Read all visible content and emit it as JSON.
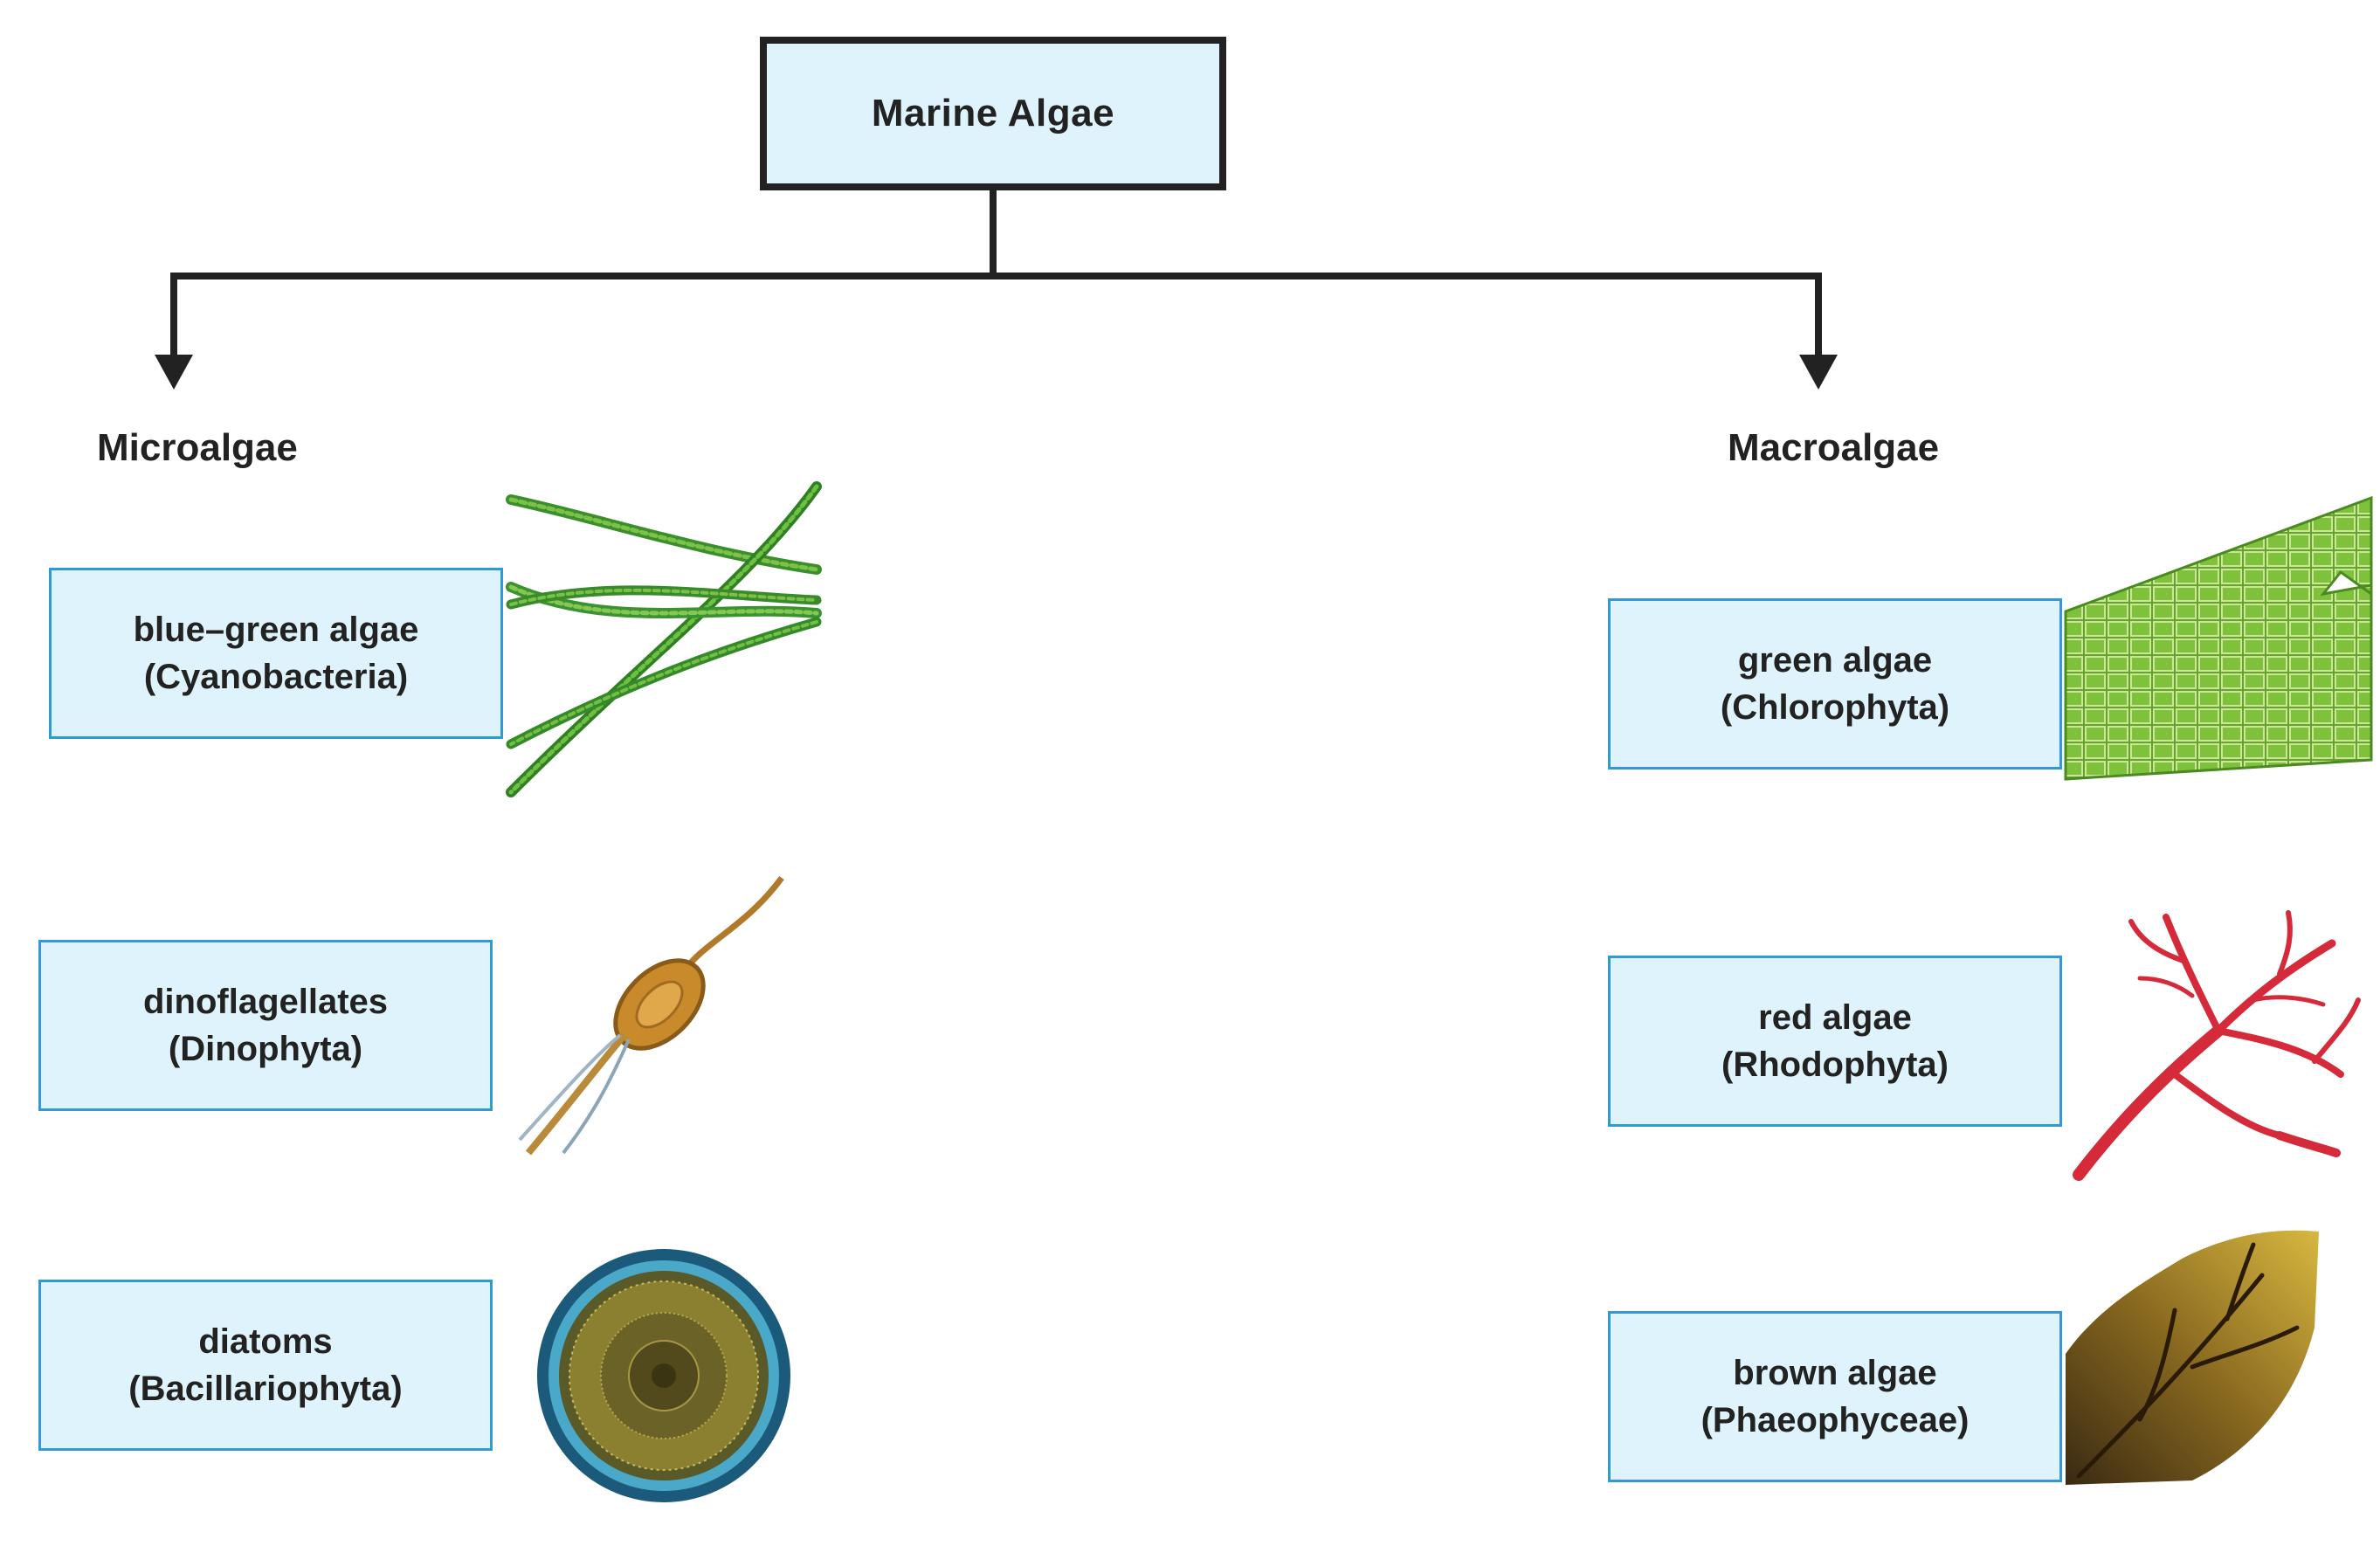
{
  "root": {
    "label": "Marine Algae"
  },
  "branches": {
    "micro": {
      "label": "Microalgae",
      "items": [
        {
          "name": "blue–green algae",
          "phylum": "(Cyanobacteria)"
        },
        {
          "name": "dinoflagellates",
          "phylum": "(Dinophyta)"
        },
        {
          "name": "diatoms",
          "phylum": "(Bacillariophyta)"
        }
      ]
    },
    "macro": {
      "label": "Macroalgae",
      "items": [
        {
          "name": "green algae",
          "phylum": "(Chlorophyta)"
        },
        {
          "name": "red algae",
          "phylum": "(Rhodophyta)"
        },
        {
          "name": "brown algae",
          "phylum": "(Phaeophyceae)"
        }
      ]
    }
  },
  "colors": {
    "box_fill": "#def3fb",
    "box_border": "#2f9ad6",
    "connector": "#222222"
  }
}
